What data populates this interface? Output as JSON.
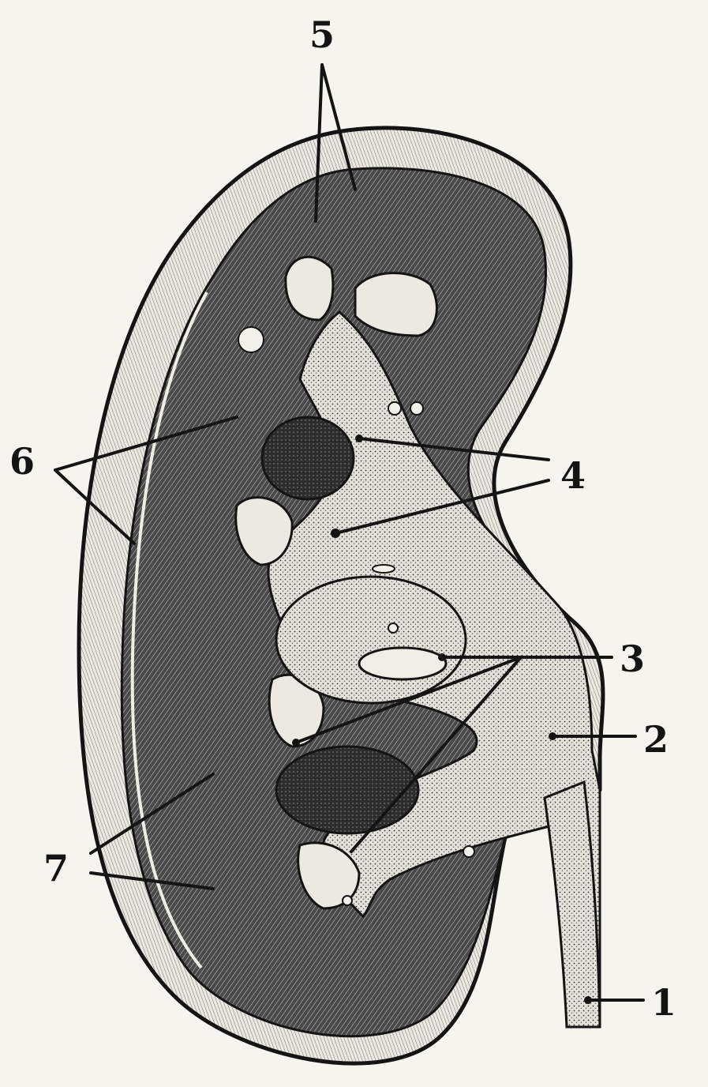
{
  "labels": {
    "l1": "1",
    "l2": "2",
    "l3": "3",
    "l4": "4",
    "l5": "5",
    "l6": "6",
    "l7": "7"
  },
  "colors": {
    "paper": "#f6f4ef",
    "ink": "#141414",
    "cortex": "#3b3b3b",
    "capsule": "#d9d6cf",
    "pelvis": "#ece9e2"
  }
}
